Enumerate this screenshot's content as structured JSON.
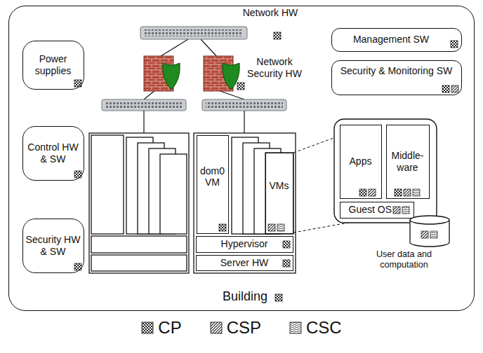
{
  "diagram": {
    "nodes": [
      {
        "text": [
          "Building"
        ]
      },
      {
        "text": [
          "Power supplies"
        ],
        "in": 0
      },
      {
        "text": [
          "Control HW & SW"
        ],
        "in": 0
      },
      {
        "text": [
          "Security HW & SW"
        ],
        "in": 0
      },
      {
        "text": [
          "Management SW"
        ],
        "in": 0
      },
      {
        "text": [
          "Security & Monitoring SW"
        ],
        "in": 0
      },
      {
        "text": [
          "dom0 VM"
        ],
        "in": 0
      },
      {
        "text": [
          "VMs"
        ],
        "in": 0
      },
      {
        "text": [
          "Hypervisor"
        ],
        "in": 0
      },
      {
        "text": [
          "Server HW"
        ],
        "in": 0
      },
      {
        "text": [
          "Apps"
        ],
        "in": 0
      },
      {
        "text": [
          "Middle-ware"
        ],
        "in": 0
      },
      {
        "text": [
          "Guest OS"
        ],
        "in": 0
      },
      {
        "text": [
          "User data and computation"
        ],
        "in": 0
      }
    ],
    "labels": [
      "Network HW",
      "Network Security HW"
    ],
    "legend": [
      {
        "text": "CP"
      },
      {
        "text": "CSP"
      },
      {
        "text": "CSC"
      }
    ]
  }
}
